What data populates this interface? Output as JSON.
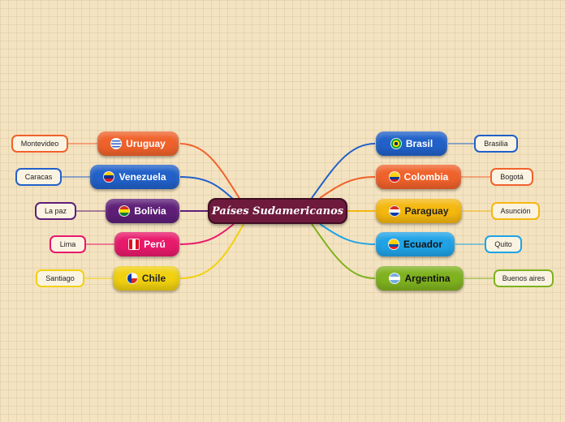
{
  "central": {
    "label": "Países Sudamericanos",
    "color": "#6e1a3c"
  },
  "countries": [
    {
      "id": "uruguay",
      "label": "Uruguay",
      "capital": "Montevideo",
      "color": "#f0622b",
      "flag_icon": "uruguay-flag-icon"
    },
    {
      "id": "venezuela",
      "label": "Venezuela",
      "capital": "Caracas",
      "color": "#2161c9",
      "flag_icon": "venezuela-flag-icon"
    },
    {
      "id": "bolivia",
      "label": "Bolivia",
      "capital": "La paz",
      "color": "#5e1f78",
      "flag_icon": "bolivia-flag-icon"
    },
    {
      "id": "peru",
      "label": "Perú",
      "capital": "Lima",
      "color": "#e8196b",
      "flag_icon": "peru-flag-icon"
    },
    {
      "id": "chile",
      "label": "Chile",
      "capital": "Santiago",
      "color": "#f1d10f",
      "flag_icon": "chile-flag-icon"
    },
    {
      "id": "brasil",
      "label": "Brasil",
      "capital": "Brasilia",
      "color": "#2161c9",
      "flag_icon": "brazil-flag-icon"
    },
    {
      "id": "colombia",
      "label": "Colombia",
      "capital": "Bogotá",
      "color": "#f0622b",
      "flag_icon": "colombia-flag-icon"
    },
    {
      "id": "paraguay",
      "label": "Paraguay",
      "capital": "Asunción",
      "color": "#f5b80f",
      "flag_icon": "paraguay-flag-icon"
    },
    {
      "id": "ecuador",
      "label": "Ecuador",
      "capital": "Quito",
      "color": "#1fa3e6",
      "flag_icon": "ecuador-flag-icon"
    },
    {
      "id": "argentina",
      "label": "Argentina",
      "capital": "Buenos aires",
      "color": "#7fb21f",
      "flag_icon": "argentina-flag-icon"
    }
  ]
}
